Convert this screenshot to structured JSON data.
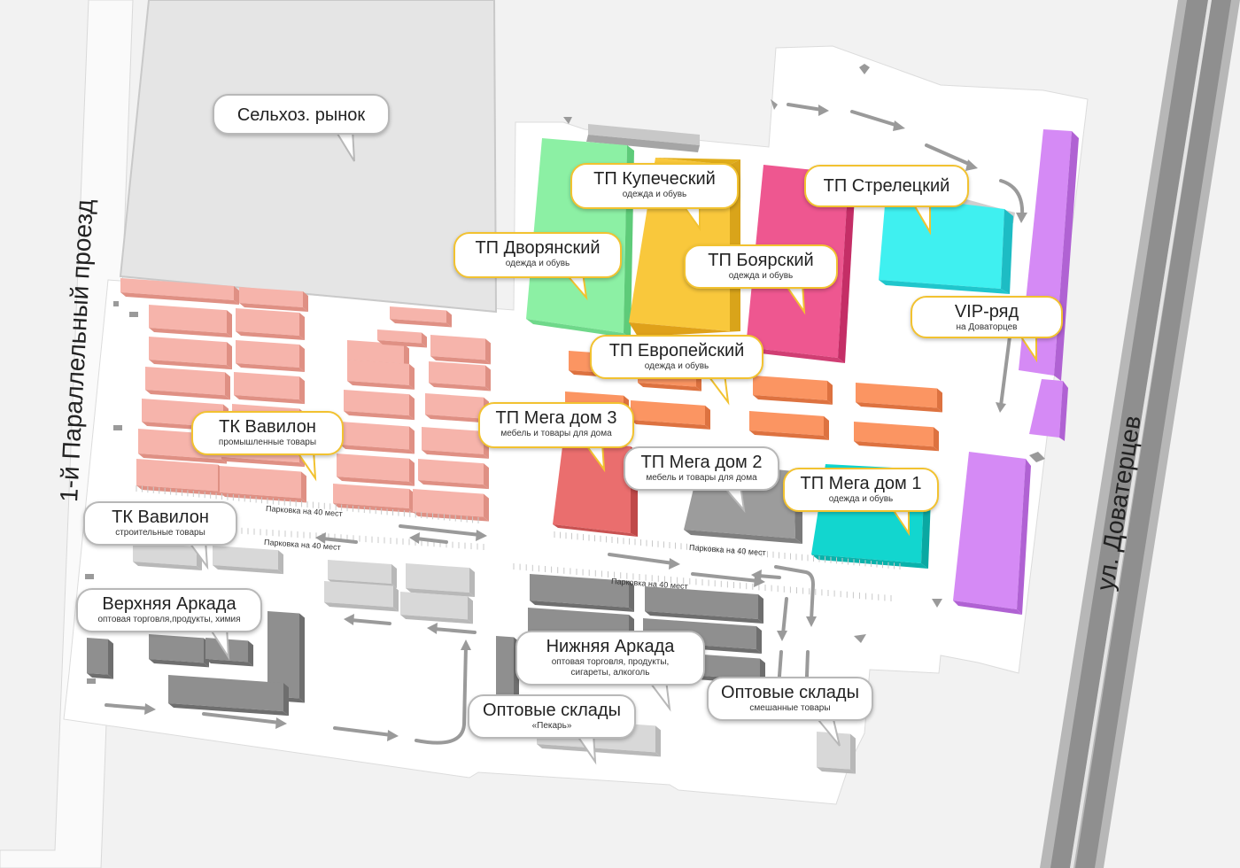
{
  "streets": {
    "west": "1-й Параллельный проезд",
    "east": "ул. Доватерцев"
  },
  "parking": {
    "p1": "Парковка на 40 мест",
    "p2": "Парковка на 40 мест",
    "p3": "Парковка на 40 мест",
    "p4": "Парковка на 40 мест"
  },
  "callouts": {
    "selhoz": {
      "title": "Сельхоз. рынок",
      "sub": ""
    },
    "kupech": {
      "title": "ТП Купеческий",
      "sub": "одежда и обувь"
    },
    "strel": {
      "title": "ТП Стрелецкий",
      "sub": ""
    },
    "dvor": {
      "title": "ТП Дворянский",
      "sub": "одежда и обувь"
    },
    "boyar": {
      "title": "ТП Боярский",
      "sub": "одежда и обувь"
    },
    "vip": {
      "title": "VIP-ряд",
      "sub": "на Доваторцев"
    },
    "evrop": {
      "title": "ТП Европейский",
      "sub": "одежда и обувь"
    },
    "mega3": {
      "title": "ТП Мега дом 3",
      "sub": "мебель и товары для дома"
    },
    "vavilon1": {
      "title": "ТК Вавилон",
      "sub": "промышленные товары"
    },
    "mega2": {
      "title": "ТП Мега дом 2",
      "sub": "мебель и товары для дома"
    },
    "mega1": {
      "title": "ТП Мега дом 1",
      "sub": "одежда и обувь"
    },
    "vavilon2": {
      "title": "ТК Вавилон",
      "sub": "строительные товары"
    },
    "verh": {
      "title": "Верхняя Аркада",
      "sub": "оптовая торговля,продукты, химия"
    },
    "nizh": {
      "title": "Нижняя Аркада",
      "sub": "оптовая торговля, продукты, сигареты, алкоголь"
    },
    "sklady1": {
      "title": "Оптовые склады",
      "sub": "смешанные товары"
    },
    "sklady2": {
      "title": "Оптовые склады",
      "sub": "«Пекарь»"
    }
  },
  "colors": {
    "kupech": "#f9c83c",
    "dvor": "#8cf0a4",
    "boyar": "#ee5790",
    "strel": "#3ff0f0",
    "vip": "#d58af5",
    "orange": "#fb9562",
    "mega3": "#ea6e6e",
    "mega2": "#9c9c9c",
    "mega1": "#12d6cf",
    "salmon": "#f6b4ab",
    "grey_light": "#d8d8d8",
    "grey_dark": "#8f8f8f",
    "callout_yellow": "#f2c230",
    "callout_grey": "#b8b8b8"
  }
}
